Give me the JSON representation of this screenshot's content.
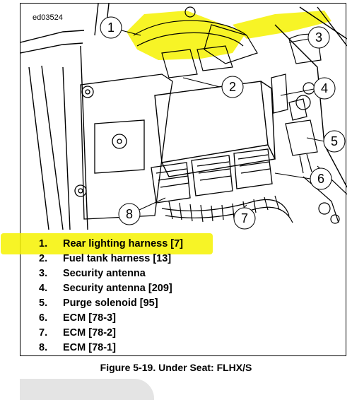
{
  "figure": {
    "id_tag": "ed03524",
    "caption": "Figure 5-19. Under Seat: FLHX/S"
  },
  "callouts": [
    "1",
    "2",
    "3",
    "4",
    "5",
    "6",
    "7",
    "8"
  ],
  "legend": [
    {
      "num": "1.",
      "text": "Rear lighting harness [7]"
    },
    {
      "num": "2.",
      "text": "Fuel tank harness [13]"
    },
    {
      "num": "3.",
      "text": "Security antenna"
    },
    {
      "num": "4.",
      "text": "Security antenna [209]"
    },
    {
      "num": "5.",
      "text": "Purge solenoid [95]"
    },
    {
      "num": "6.",
      "text": "ECM [78-3]"
    },
    {
      "num": "7.",
      "text": "ECM [78-2]"
    },
    {
      "num": "8.",
      "text": "ECM [78-1]"
    }
  ],
  "colors": {
    "highlight": "#f6f200",
    "line": "#000000",
    "background": "#ffffff"
  }
}
